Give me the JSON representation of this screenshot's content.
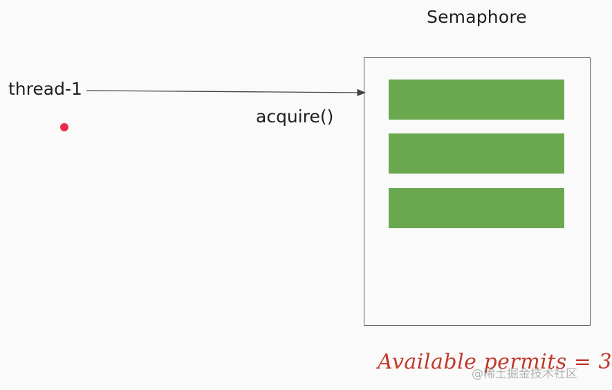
{
  "diagram": {
    "semaphore_title": "Semaphore",
    "thread_label": "thread-1",
    "call_label": "acquire()",
    "permits_caption": "Available permits = 3",
    "permit_count": 3,
    "watermark": "@稀土掘金技术社区"
  },
  "colors": {
    "permit_fill": "#6aa84f",
    "thread_dot": "#ea2b4f",
    "caption_text": "#c0392b",
    "box_border": "#5a5a5a"
  }
}
